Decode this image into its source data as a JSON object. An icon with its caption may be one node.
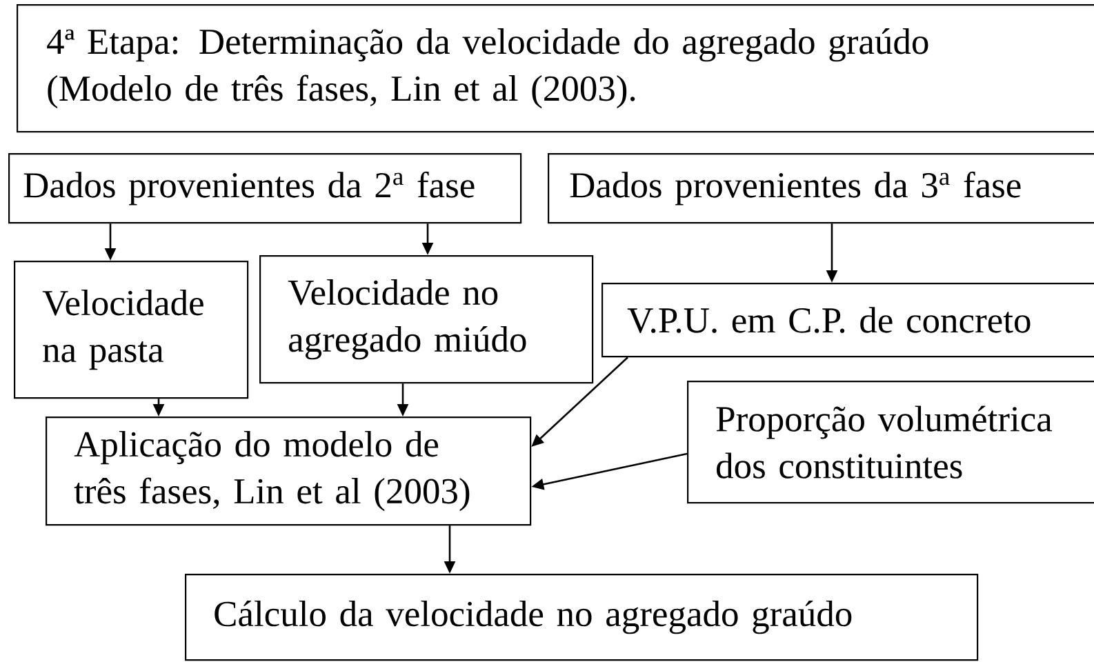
{
  "diagram": {
    "nodes": [
      {
        "text": [
          "4ª Etapa: Determinação da velocidade do agregado graúdo (Modelo de três fases, Lin et al (2003)."
        ]
      },
      {
        "text": [
          "Dados provenientes da 2$^{a}$ fase"
        ]
      },
      {
        "text": [
          "Dados provenientes da 3$^{a}$ fase"
        ]
      },
      {
        "text": [
          "Velocidade na pasta"
        ]
      },
      {
        "text": [
          "Velocidade no agregado miúdo"
        ]
      },
      {
        "text": [
          "V.P.U. em C.P. de concreto"
        ]
      },
      {
        "text": [
          "Aplicação do modelo de três fases, Lin et al (2003)"
        ]
      },
      {
        "text": [
          "Proporção volumétrica dos constituintes"
        ]
      },
      {
        "text": [
          "Cálculo da velocidade no agregado graúdo"
        ]
      }
    ],
    "edges": [
      {
        "from": 1,
        "to": 3,
        "arrow": "to"
      },
      {
        "from": 1,
        "to": 4,
        "arrow": "to"
      },
      {
        "from": 2,
        "to": 5,
        "arrow": "to"
      },
      {
        "from": 3,
        "to": 6,
        "arrow": "to"
      },
      {
        "from": 4,
        "to": 6,
        "arrow": "to"
      },
      {
        "from": 5,
        "to": 6,
        "arrow": "to"
      },
      {
        "from": 7,
        "to": 6,
        "arrow": "to"
      },
      {
        "from": 6,
        "to": 8,
        "arrow": "to"
      }
    ]
  }
}
